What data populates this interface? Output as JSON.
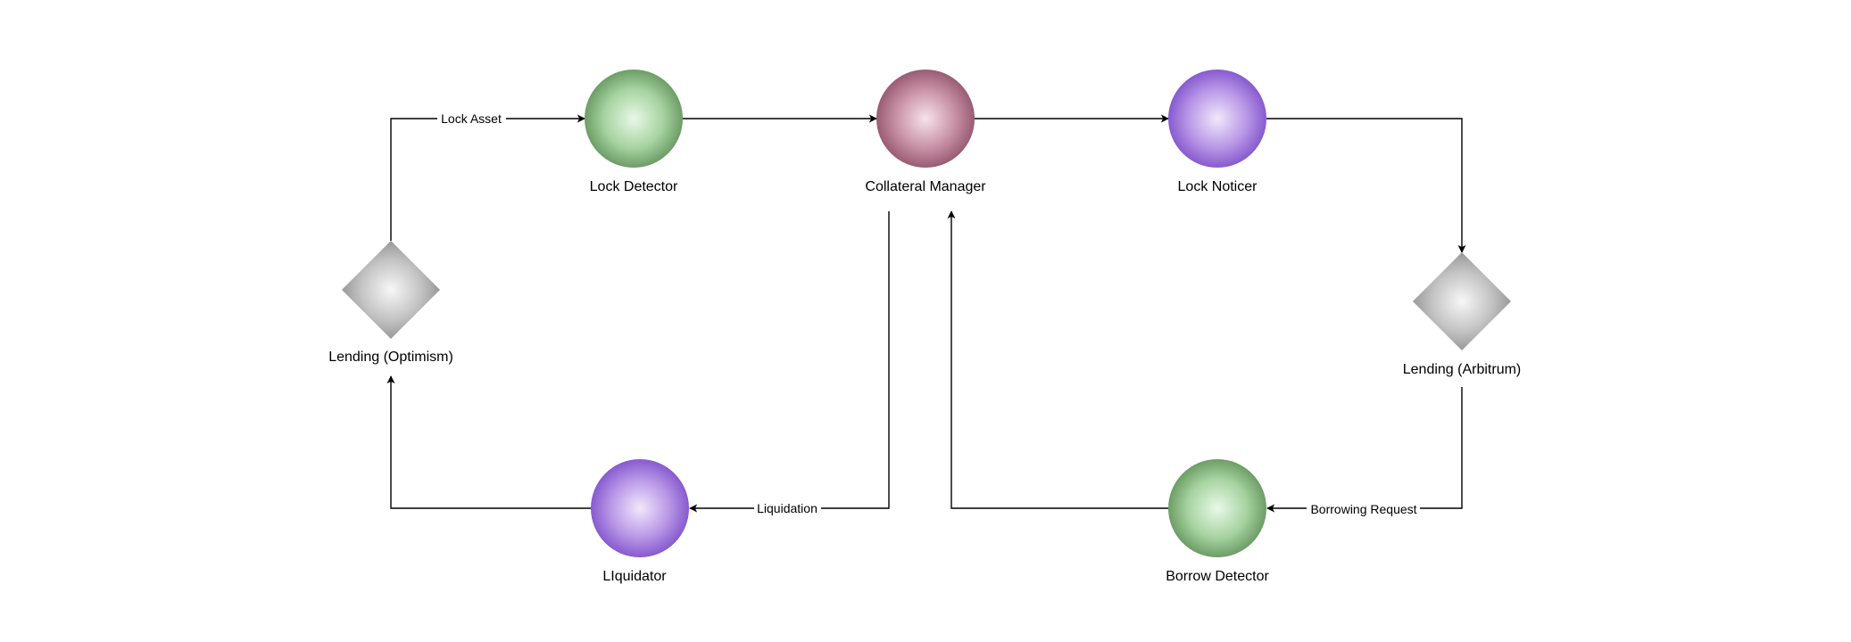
{
  "nodes": {
    "lock_detector": {
      "label": "Lock Detector",
      "shape": "circle",
      "color": "green"
    },
    "collateral_manager": {
      "label": "Collateral Manager",
      "shape": "circle",
      "color": "maroon"
    },
    "lock_noticer": {
      "label": "Lock Noticer",
      "shape": "circle",
      "color": "purple"
    },
    "lending_optimism": {
      "label": "Lending (Optimism)",
      "shape": "diamond",
      "color": "gray"
    },
    "lending_arbitrum": {
      "label": "Lending (Arbitrum)",
      "shape": "diamond",
      "color": "gray"
    },
    "liquidator": {
      "label": "LIquidator",
      "shape": "circle",
      "color": "purple"
    },
    "borrow_detector": {
      "label": "Borrow Detector",
      "shape": "circle",
      "color": "green"
    }
  },
  "edges": {
    "lock_asset": {
      "label": "Lock Asset",
      "from": "lending_optimism",
      "to": "lock_detector"
    },
    "detector_to_manager": {
      "label": "",
      "from": "lock_detector",
      "to": "collateral_manager"
    },
    "manager_to_noticer": {
      "label": "",
      "from": "collateral_manager",
      "to": "lock_noticer"
    },
    "noticer_to_arbitrum": {
      "label": "",
      "from": "lock_noticer",
      "to": "lending_arbitrum"
    },
    "borrowing_request": {
      "label": "Borrowing Request",
      "from": "lending_arbitrum",
      "to": "borrow_detector"
    },
    "borrow_to_manager": {
      "label": "",
      "from": "borrow_detector",
      "to": "collateral_manager"
    },
    "liquidation": {
      "label": "Liquidation",
      "from": "collateral_manager",
      "to": "liquidator"
    },
    "liquidator_to_optimism": {
      "label": "",
      "from": "liquidator",
      "to": "lending_optimism"
    }
  },
  "colors": {
    "green": {
      "light": "#e9f8e8",
      "mid": "#a6d3a0",
      "dark": "#5f8f58"
    },
    "maroon": {
      "light": "#f6e3ec",
      "mid": "#c890a6",
      "dark": "#8c4f66"
    },
    "purple": {
      "light": "#f1e8fb",
      "mid": "#b896e6",
      "dark": "#7a4bc9"
    },
    "gray": {
      "light": "#f7f7f7",
      "mid": "#c4c4c4",
      "dark": "#8d8d8d"
    },
    "connector": "#000000"
  }
}
